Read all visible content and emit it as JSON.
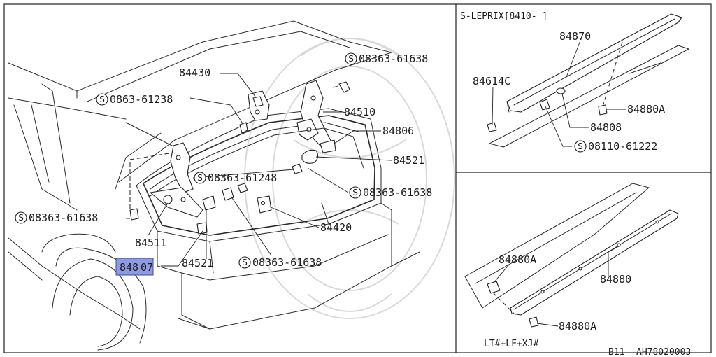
{
  "panels": {
    "main": {
      "callouts": {
        "c84430": "84430",
        "c0863_61238": "0863-61238",
        "c08363_61638_top": "08363-61638",
        "c84510": "84510",
        "c84806": "84806",
        "c84521_right": "84521",
        "c08363_61248": "08363-61248",
        "c08363_61638_mid": "08363-61638",
        "c08363_61638_left": "08363-61638",
        "c84420": "84420",
        "c84511": "84511",
        "c84807_prefix": "848",
        "c84807_suffix": "07",
        "c84521_bottom": "84521",
        "c08363_61638_bottom": "08363-61638"
      }
    },
    "top_right": {
      "heading": "S-LEPRIX[8410-  ]",
      "callouts": {
        "c84870": "84870",
        "c84614C": "84614C",
        "c84880A": "84880A",
        "c84808": "84808",
        "c08110_61222": "08110-61222"
      }
    },
    "bottom_right": {
      "callouts": {
        "c84880A_top": "84880A",
        "c84880": "84880",
        "c84880A_bottom": "84880A"
      },
      "applicability": "LT#+LF+XJ#"
    }
  },
  "footer": {
    "model_code": "B11",
    "figure_id": "AH78020003"
  },
  "standard_part_symbol": "S",
  "highlight_color": "#8f9be0"
}
